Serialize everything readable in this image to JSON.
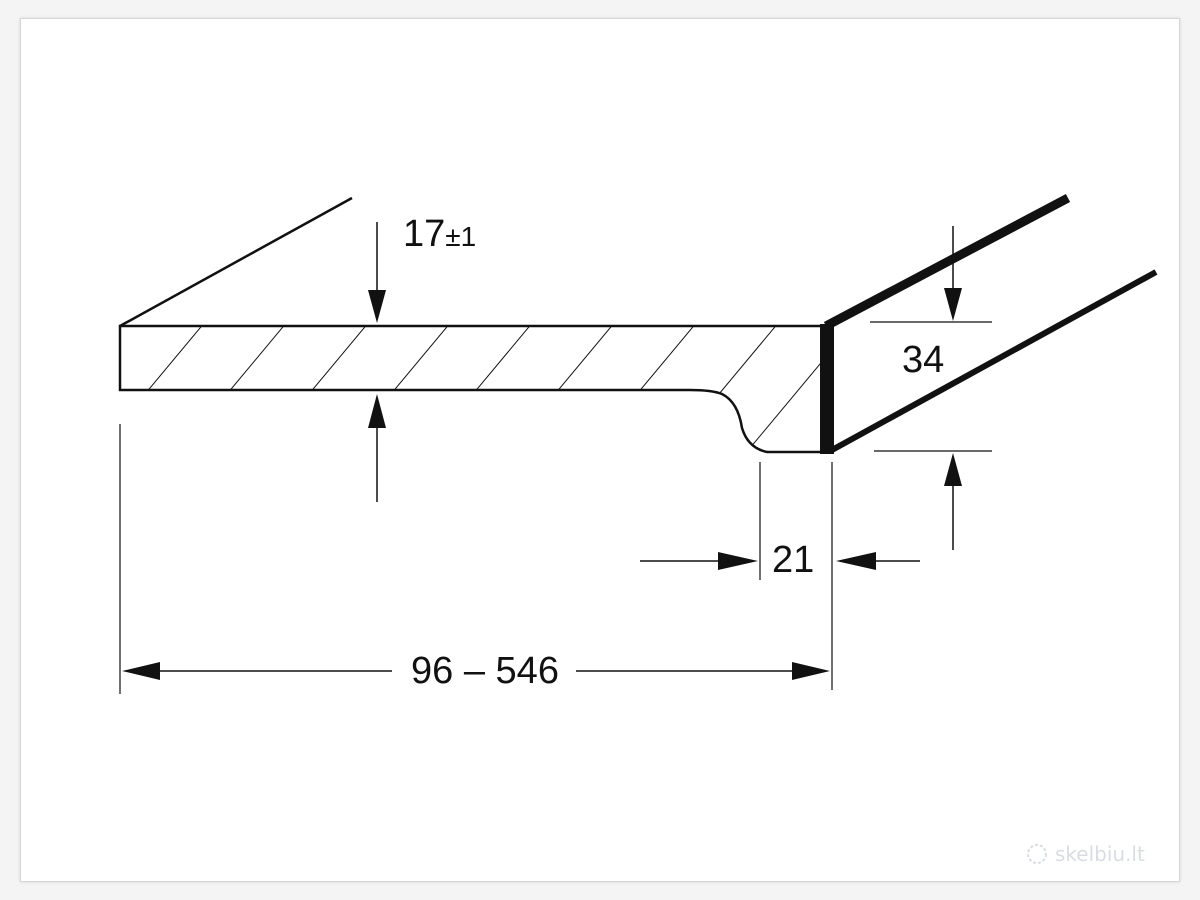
{
  "dimensions": {
    "thickness_main": "17",
    "thickness_tol": "±1",
    "front_height": "34",
    "grip_width": "21",
    "depth_range": "96 – 546"
  },
  "watermark": {
    "text": "skelbiu.lt"
  },
  "colors": {
    "line": "#111111",
    "background": "#ffffff",
    "watermark": "#d9dde2"
  }
}
